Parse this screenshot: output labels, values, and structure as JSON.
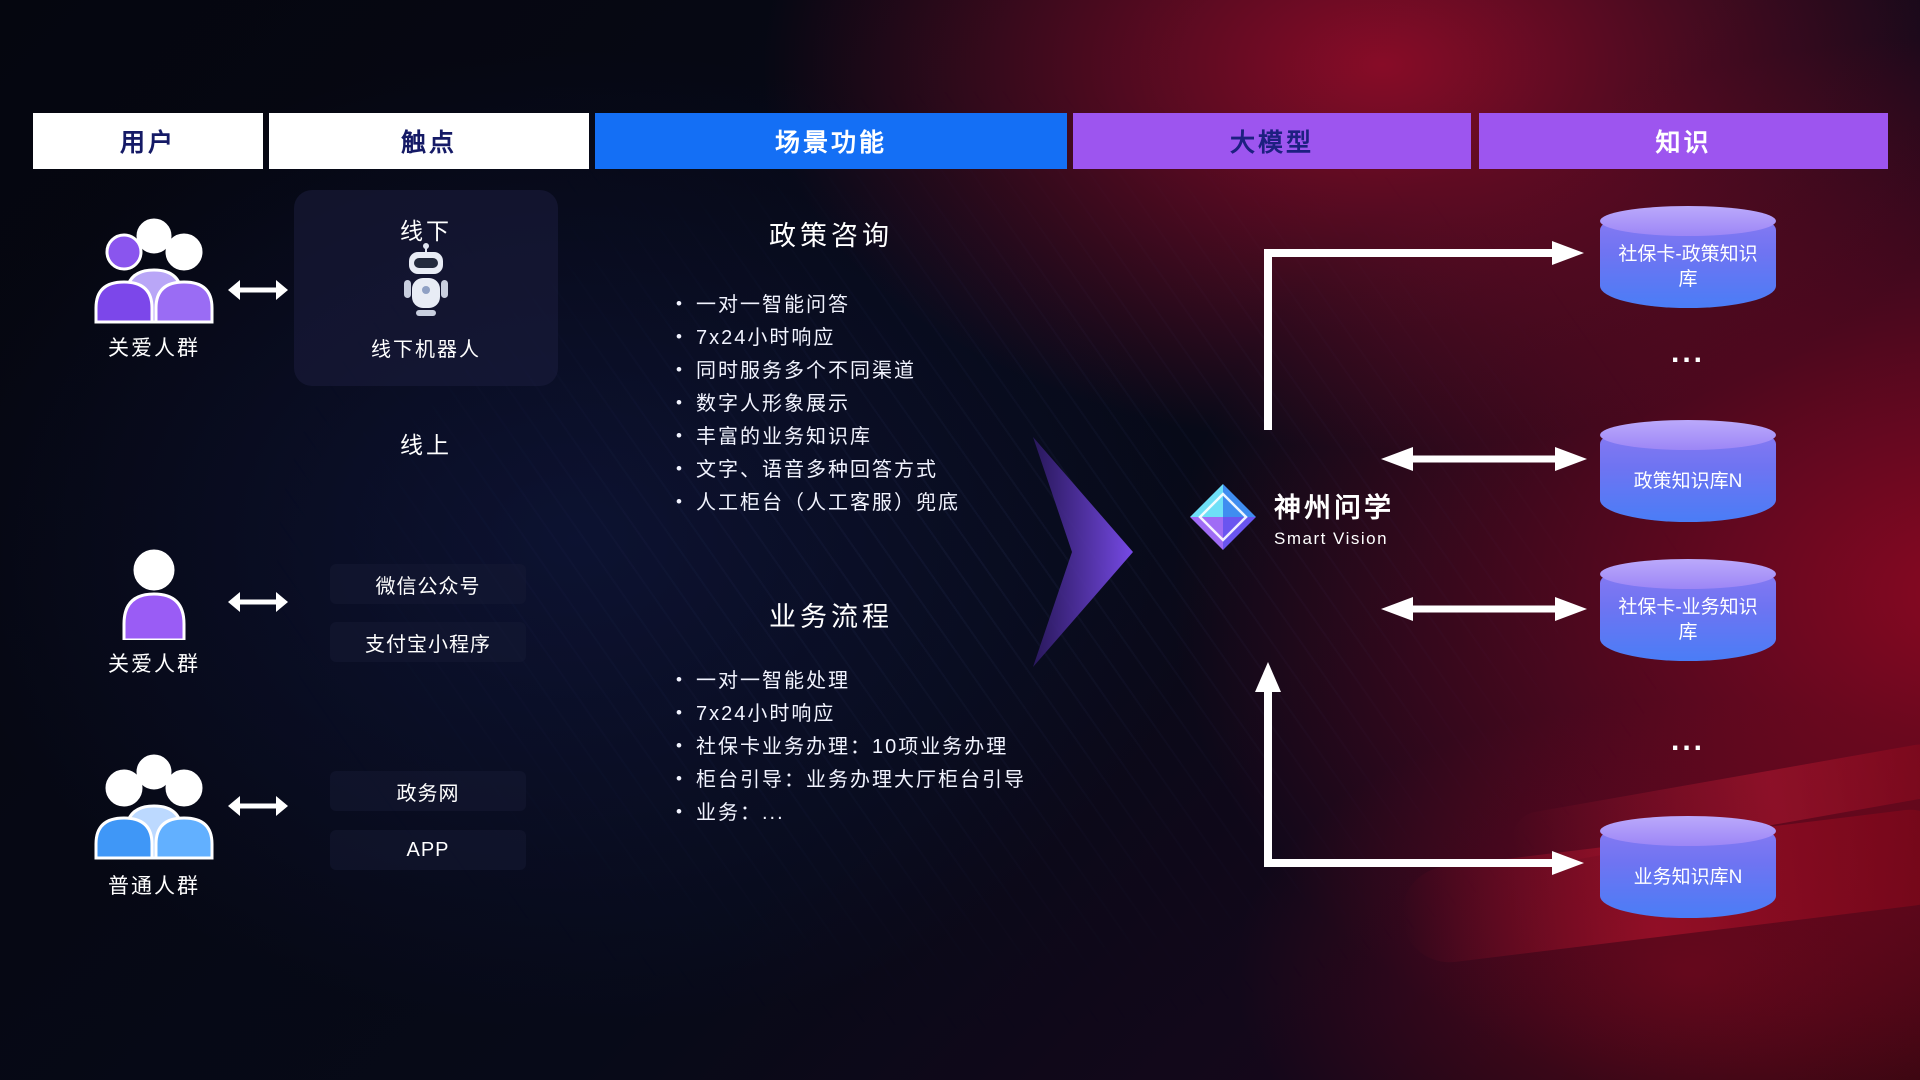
{
  "header": {
    "columns": [
      {
        "label": "用户"
      },
      {
        "label": "触点"
      },
      {
        "label": "场景功能"
      },
      {
        "label": "大模型"
      },
      {
        "label": "知识"
      }
    ]
  },
  "users": {
    "items": [
      {
        "label": "关爱人群"
      },
      {
        "label": "关爱人群"
      },
      {
        "label": "普通人群"
      }
    ]
  },
  "touchpoints": {
    "offline_title": "线下",
    "offline_device": "线下机器人",
    "online_title": "线上",
    "channels": [
      "微信公众号",
      "支付宝小程序",
      "政务网",
      "APP"
    ]
  },
  "scenes": {
    "policy": {
      "title": "政策咨询",
      "items": [
        "一对一智能问答",
        "7x24小时响应",
        "同时服务多个不同渠道",
        "数字人形象展示",
        "丰富的业务知识库",
        "文字、语音多种回答方式",
        "人工柜台（人工客服）兜底"
      ]
    },
    "business": {
      "title": "业务流程",
      "items": [
        "一对一智能处理",
        "7x24小时响应",
        "社保卡业务办理：10项业务办理",
        "柜台引导：业务办理大厅柜台引导",
        "业务：..."
      ]
    }
  },
  "model": {
    "name": "神州问学",
    "subtitle": "Smart Vision"
  },
  "knowledge": {
    "items": [
      "社保卡-政策知识库",
      "政策知识库N",
      "社保卡-业务知识库",
      "业务知识库N"
    ],
    "ellipsis": "..."
  },
  "colors": {
    "header_blue": "#146ff5",
    "header_purple": "#9d55ef",
    "header_text_dark": "#151a66",
    "db_top": "#ab97f9",
    "db_bottom": "#4a7df6",
    "flow_arrow_purple": "#7c4df0",
    "user_purple": "#8b5cf6",
    "user_blue": "#4da0ff"
  }
}
